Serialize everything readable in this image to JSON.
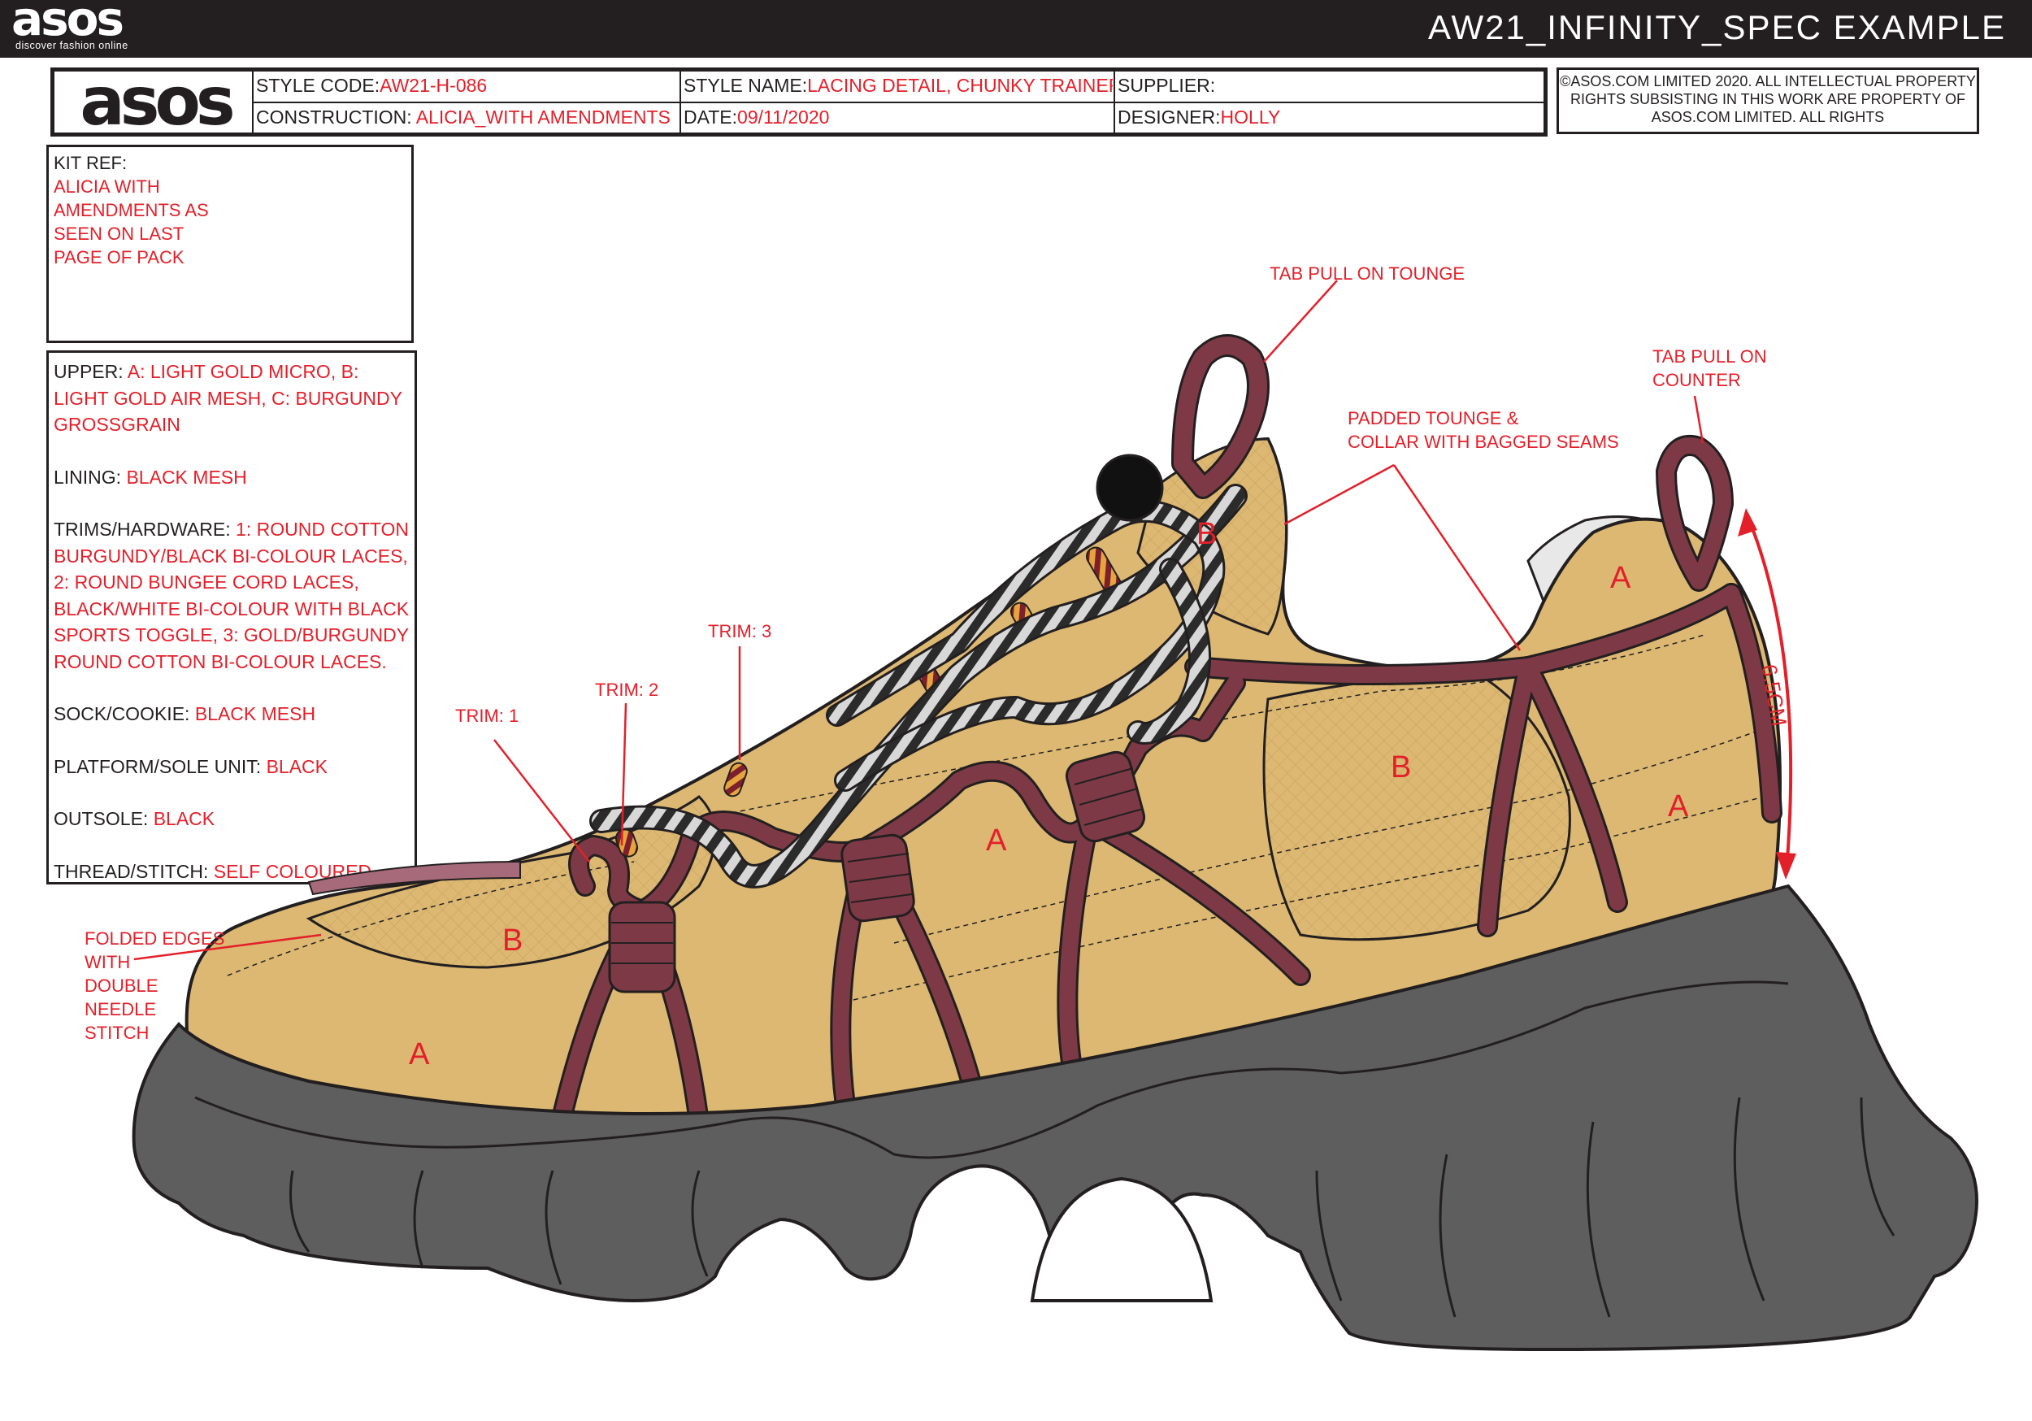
{
  "topbar": {
    "brand": "asos",
    "tagline": "discover fashion online",
    "title": "AW21_INFINITY_SPEC EXAMPLE"
  },
  "header": {
    "logo": "asos",
    "style_code_label": "STYLE CODE:",
    "style_code": "AW21-H-086",
    "style_name_label": "STYLE NAME:",
    "style_name": "LACING DETAIL, CHUNKY TRAINER",
    "supplier_label": "SUPPLIER:",
    "supplier": "",
    "construction_label": "CONSTRUCTION: ",
    "construction": "ALICIA_WITH AMENDMENTS",
    "date_label": "DATE:",
    "date": "09/11/2020",
    "designer_label": "DESIGNER:",
    "designer": "HOLLY",
    "copyright": "©ASOS.COM LIMITED 2020. ALL INTELLECTUAL PROPERTY RIGHTS SUBSISTING IN THIS WORK ARE PROPERTY OF ASOS.COM LIMITED. ALL RIGHTS"
  },
  "kit_ref": {
    "label": "KIT REF:",
    "value": "ALICIA WITH\nAMENDMENTS AS\nSEEN ON LAST\nPAGE OF PACK"
  },
  "specs": [
    {
      "label": "UPPER: ",
      "value": "A: LIGHT GOLD MICRO, B: LIGHT GOLD AIR MESH, C: BURGUNDY GROSSGRAIN"
    },
    {
      "label": "LINING: ",
      "value": "BLACK MESH"
    },
    {
      "label": "TRIMS/HARDWARE: ",
      "value": "1: ROUND COTTON BURGUNDY/BLACK BI-COLOUR LACES, 2: ROUND BUNGEE CORD LACES, BLACK/WHITE BI-COLOUR WITH BLACK SPORTS TOGGLE, 3: GOLD/BURGUNDY ROUND COTTON BI-COLOUR LACES."
    },
    {
      "label": "SOCK/COOKIE: ",
      "value": "BLACK MESH"
    },
    {
      "label": "PLATFORM/SOLE UNIT: ",
      "value": "BLACK"
    },
    {
      "label": "OUTSOLE: ",
      "value": "BLACK"
    },
    {
      "label": "THREAD/STITCH: ",
      "value": "SELF COLOURED"
    }
  ],
  "callouts": {
    "tab_pull_tongue": "TAB PULL ON TOUNGE",
    "tab_pull_counter": "TAB PULL ON\nCOUNTER",
    "padded_tongue": "PADDED TOUNGE &\nCOLLAR WITH BAGGED SEAMS",
    "trim1": "TRIM: 1",
    "trim2": "TRIM: 2",
    "trim3": "TRIM: 3",
    "folded_edges": "FOLDED EDGES\nWITH\nDOUBLE\nNEEDLE\nSTITCH",
    "measurement": "6.5CM"
  },
  "panels": {
    "a": "A",
    "b": "B"
  },
  "colors": {
    "topbar": "#231f20",
    "annotation_red": "#e3202a",
    "upper_gold": "#dcb872",
    "burgundy": "#7d3a46",
    "sole": "#5e5e5e"
  }
}
